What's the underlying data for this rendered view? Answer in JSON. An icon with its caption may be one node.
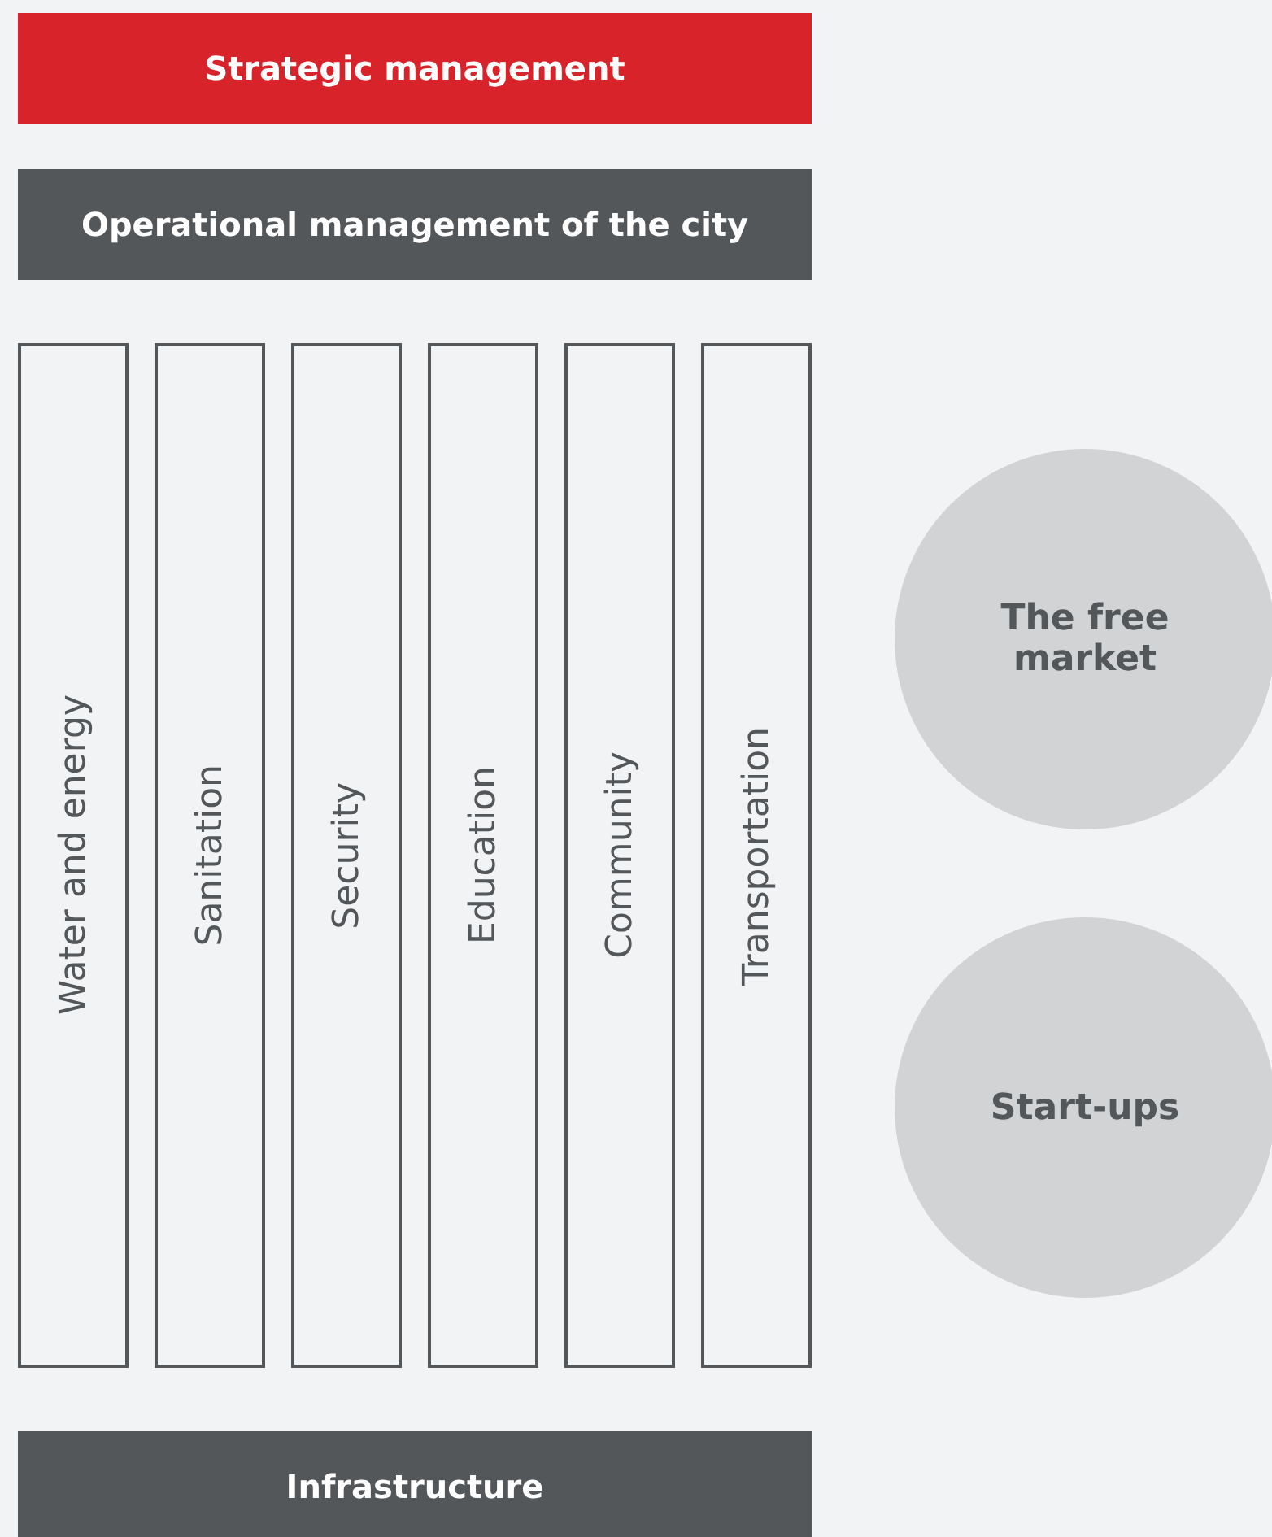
{
  "diagram": {
    "nodes": [
      {
        "text": [
          "Strategic management"
        ]
      },
      {
        "text": [
          "Operational management of the city"
        ]
      },
      {
        "text": [
          "Water and energy"
        ]
      },
      {
        "text": [
          "Sanitation"
        ]
      },
      {
        "text": [
          "Security"
        ]
      },
      {
        "text": [
          "Education"
        ]
      },
      {
        "text": [
          "Community"
        ]
      },
      {
        "text": [
          "Transportation"
        ]
      },
      {
        "text": [
          "The free market"
        ]
      },
      {
        "text": [
          "Start-ups"
        ]
      },
      {
        "text": [
          "Infrastructure"
        ]
      }
    ]
  }
}
